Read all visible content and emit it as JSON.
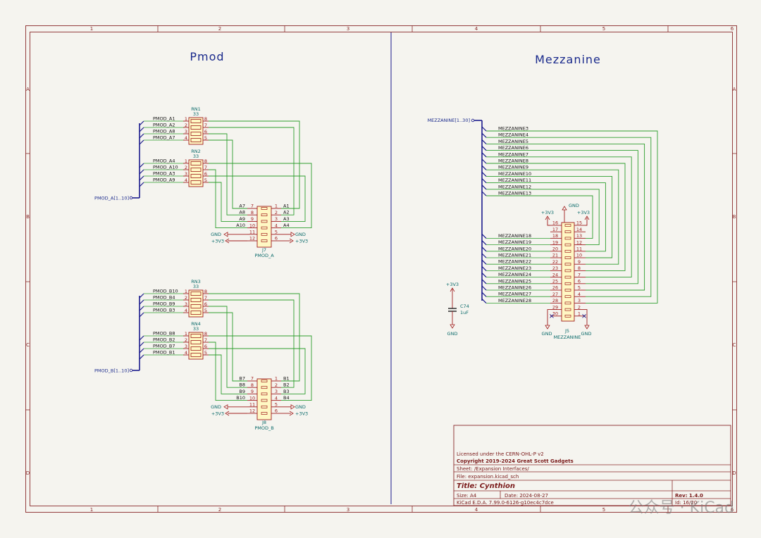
{
  "frame": {
    "columns": [
      "1",
      "2",
      "3",
      "4",
      "5",
      "6"
    ],
    "rows": [
      "A",
      "B",
      "C",
      "D"
    ]
  },
  "sections": {
    "left_title": "Pmod",
    "right_title": "Mezzanine"
  },
  "buses": {
    "pmod_a": "PMOD_A[1..10]",
    "pmod_b": "PMOD_B[1..10]",
    "mezzanine": "MEZZANINE[1..30]"
  },
  "resistor_networks": [
    {
      "ref": "RN1",
      "value": "33",
      "nets": [
        "PMOD_A1",
        "PMOD_A2",
        "PMOD_A8",
        "PMOD_A7"
      ]
    },
    {
      "ref": "RN2",
      "value": "33",
      "nets": [
        "PMOD_A4",
        "PMOD_A10",
        "PMOD_A3",
        "PMOD_A9"
      ]
    },
    {
      "ref": "RN3",
      "value": "33",
      "nets": [
        "PMOD_B10",
        "PMOD_B4",
        "PMOD_B9",
        "PMOD_B3"
      ]
    },
    {
      "ref": "RN4",
      "value": "33",
      "nets": [
        "PMOD_B8",
        "PMOD_B2",
        "PMOD_B7",
        "PMOD_B1"
      ]
    }
  ],
  "connectors": {
    "j7": {
      "ref": "J7",
      "value": "PMOD_A",
      "left_labels": [
        "A7",
        "A8",
        "A9",
        "A10"
      ],
      "right_labels": [
        "A1",
        "A2",
        "A3",
        "A4"
      ],
      "left_pins": [
        "7",
        "8",
        "9",
        "10",
        "11",
        "12"
      ],
      "inner_left": [
        "1",
        "2",
        "3",
        "4",
        "5",
        "6"
      ],
      "right_pins": [
        "1",
        "2",
        "3",
        "4",
        "5",
        "6"
      ]
    },
    "j8": {
      "ref": "J8",
      "value": "PMOD_B",
      "left_labels": [
        "B7",
        "B8",
        "B9",
        "B10"
      ],
      "right_labels": [
        "B1",
        "B2",
        "B3",
        "B4"
      ],
      "left_pins": [
        "7",
        "8",
        "9",
        "10",
        "11",
        "12"
      ],
      "inner_left": [
        "1",
        "2",
        "3",
        "4",
        "5",
        "6"
      ],
      "right_pins": [
        "1",
        "2",
        "3",
        "4",
        "5",
        "6"
      ]
    },
    "j5": {
      "ref": "J5",
      "value": "MEZZANINE",
      "left_pins": [
        "16",
        "17",
        "18",
        "19",
        "20",
        "21",
        "22",
        "23",
        "24",
        "25",
        "26",
        "27",
        "28",
        "29",
        "30"
      ],
      "right_pins": [
        "15",
        "14",
        "13",
        "12",
        "11",
        "10",
        "9",
        "8",
        "7",
        "6",
        "5",
        "4",
        "3",
        "2",
        "1"
      ]
    }
  },
  "power": {
    "gnd": "GND",
    "v33": "+3V3"
  },
  "mezz_nets_top": [
    "MEZZANINE3",
    "MEZZANINE4",
    "MEZZANINE5",
    "MEZZANINE6",
    "MEZZANINE7",
    "MEZZANINE8",
    "MEZZANINE9",
    "MEZZANINE10",
    "MEZZANINE11",
    "MEZZANINE12",
    "MEZZANINE13"
  ],
  "mezz_nets_bottom": [
    "MEZZANINE18",
    "MEZZANINE19",
    "MEZZANINE20",
    "MEZZANINE21",
    "MEZZANINE22",
    "MEZZANINE23",
    "MEZZANINE24",
    "MEZZANINE25",
    "MEZZANINE26",
    "MEZZANINE27",
    "MEZZANINE28"
  ],
  "capacitor": {
    "ref": "C74",
    "value": "1uF"
  },
  "title_block": {
    "license": "Licensed under the CERN-OHL-P v2",
    "copyright": "Copyright 2019-2024 Great Scott Gadgets",
    "sheet": "Sheet: /Expansion Interfaces/",
    "file": "File: expansion.kicad_sch",
    "title": "Title: Cynthion",
    "size": "Size: A4",
    "date": "Date: 2024-08-27",
    "rev": "Rev: 1.4.0",
    "eda": "KiCad E.D.A. 7.99.0-6126-g10ec4c7dce",
    "id": "Id: 16/20"
  },
  "watermark": "公众号 · KiCad",
  "colors": {
    "frame": "#8a2a2a",
    "wire": "#2e9e2e",
    "bus": "#1a1a8c",
    "pin": "#a01c1c",
    "body_fill": "#fff8c4",
    "text_blue": "#1a2a8c",
    "text_teal": "#0a6a6a"
  }
}
